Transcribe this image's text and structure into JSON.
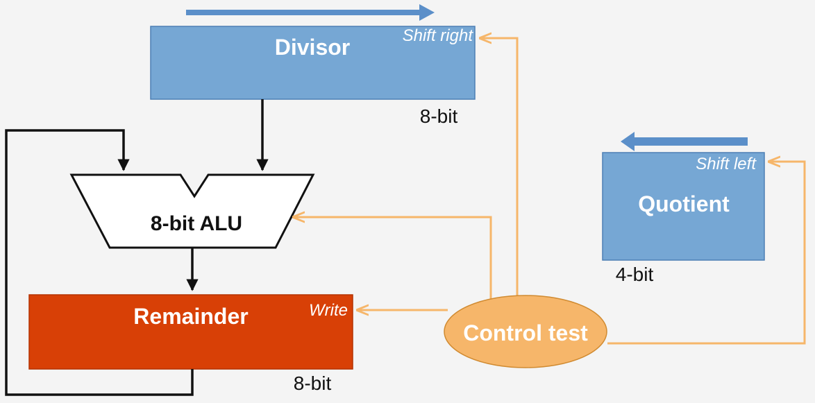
{
  "colors": {
    "background": "#f4f4f4",
    "register_fill": "#76a7d4",
    "register_stroke": "#4d7fb4",
    "shift_arrow": "#5b8fc9",
    "remainder_fill": "#d84006",
    "remainder_stroke": "#b43200",
    "control_fill": "#f6b66a",
    "control_stroke": "#d08a30",
    "control_line": "#f6b66a",
    "datapath_line": "#111111"
  },
  "divisor": {
    "title": "Divisor",
    "control": "Shift right",
    "size": "8-bit"
  },
  "quotient": {
    "title": "Quotient",
    "control": "Shift left",
    "size": "4-bit"
  },
  "alu": {
    "label": "8-bit ALU"
  },
  "remainder": {
    "title": "Remainder",
    "control": "Write",
    "size": "8-bit"
  },
  "control_unit": {
    "label": "Control test"
  }
}
